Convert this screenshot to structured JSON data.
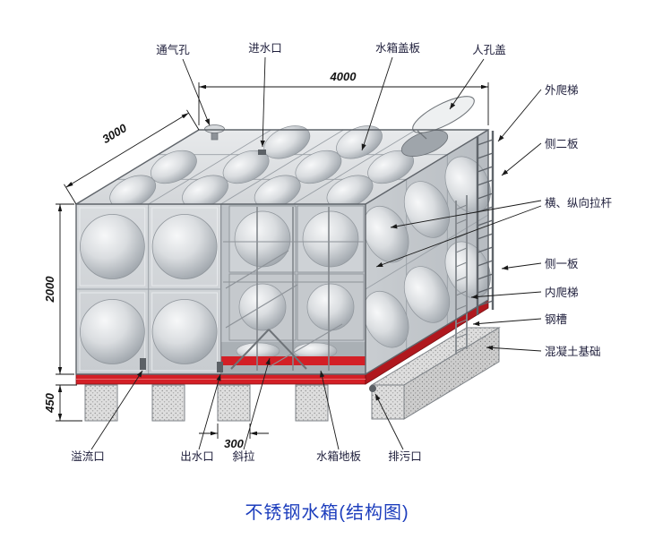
{
  "title": "不锈钢水箱(结构图)",
  "labels": {
    "vent": "通气孔",
    "inlet": "进水口",
    "cover": "水箱盖板",
    "manhole": "人孔盖",
    "ext_ladder": "外爬梯",
    "side_panel_2": "侧二板",
    "tie_rods": "横、纵向拉杆",
    "side_panel_1": "侧一板",
    "int_ladder": "内爬梯",
    "steel_channel": "钢槽",
    "concrete_base": "混凝土基础",
    "overflow": "溢流口",
    "outlet": "出水口",
    "diag_brace": "斜拉",
    "floor": "水箱地板",
    "drain": "排污口"
  },
  "dimensions": {
    "width": "4000",
    "depth": "3000",
    "height": "2000",
    "base": "450",
    "spacing": "300"
  },
  "colors": {
    "frame_red": "#d31f26",
    "frame_red_dark": "#b0181e",
    "title_blue": "#1d3ebd"
  }
}
